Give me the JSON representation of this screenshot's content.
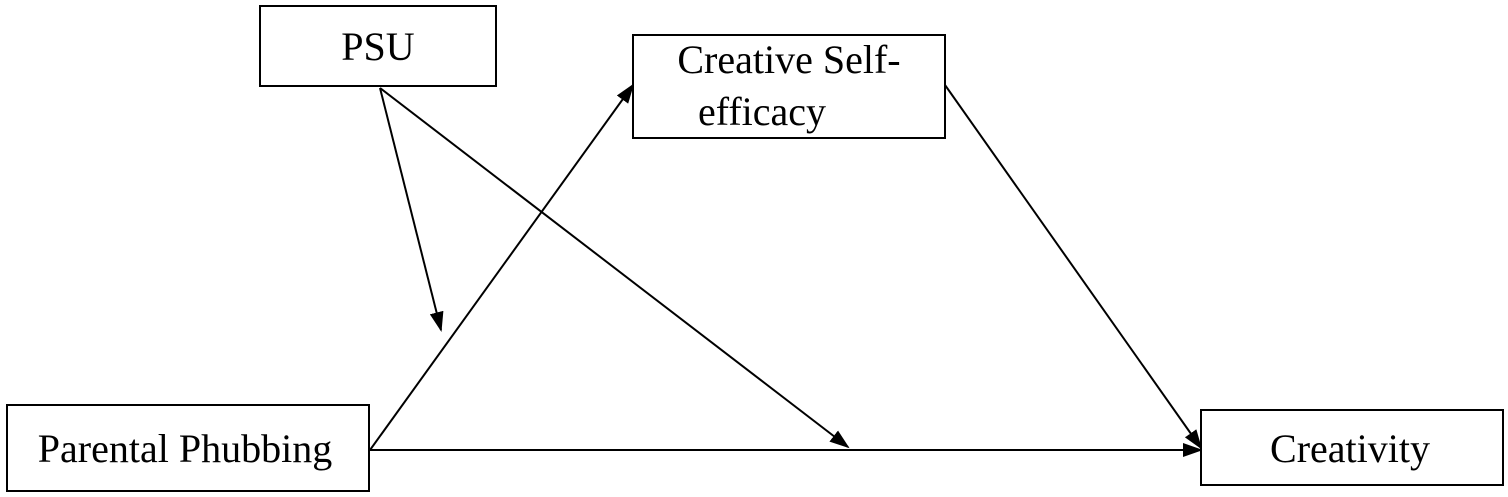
{
  "nodes": {
    "psu": {
      "label": "PSU"
    },
    "creative_self_efficacy": {
      "line1": "Creative Self-",
      "line2": "efficacy"
    },
    "parental_phubbing": {
      "label": "Parental Phubbing"
    },
    "creativity": {
      "label": "Creativity"
    }
  },
  "edges": [
    {
      "from": "parental_phubbing",
      "to": "creative_self_efficacy"
    },
    {
      "from": "creative_self_efficacy",
      "to": "creativity"
    },
    {
      "from": "parental_phubbing",
      "to": "creativity"
    },
    {
      "from": "psu",
      "to": "path:parental_phubbing->creative_self_efficacy"
    },
    {
      "from": "psu",
      "to": "path:parental_phubbing->creativity"
    }
  ],
  "colors": {
    "stroke": "#000000",
    "background": "#ffffff"
  }
}
